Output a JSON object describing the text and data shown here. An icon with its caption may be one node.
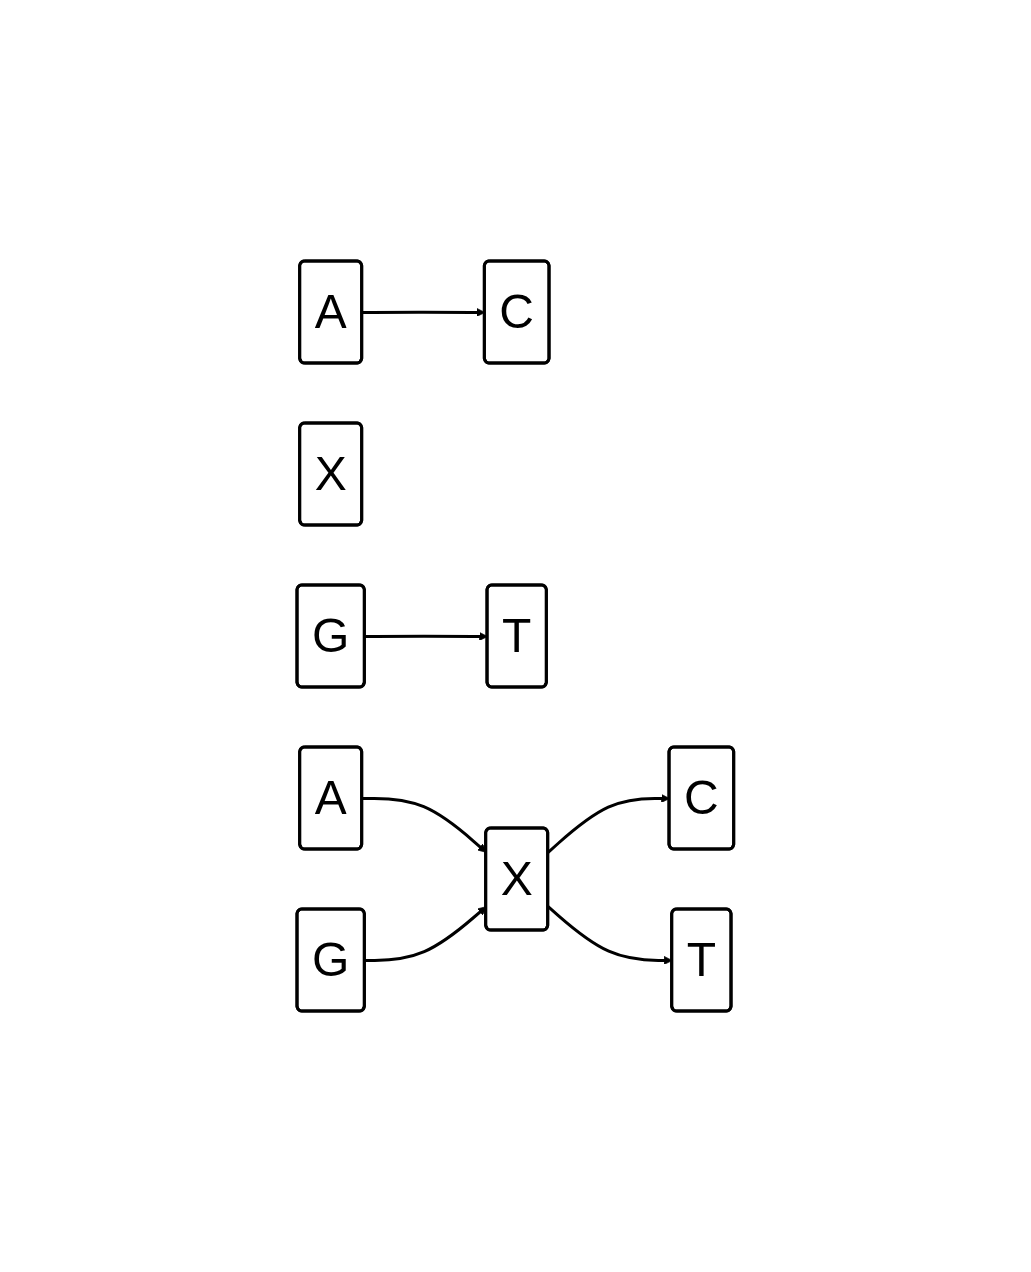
{
  "diagram": {
    "nodes": [
      {
        "text": [
          "A"
        ]
      },
      {
        "text": [
          "C"
        ]
      },
      {
        "text": [
          "X"
        ]
      },
      {
        "text": [
          "G"
        ]
      },
      {
        "text": [
          "T"
        ]
      },
      {
        "text": [
          "A"
        ]
      },
      {
        "text": [
          "C"
        ]
      },
      {
        "text": [
          "X"
        ]
      },
      {
        "text": [
          "G"
        ]
      },
      {
        "text": [
          "T"
        ]
      }
    ],
    "edges": [
      {
        "from": 0,
        "to": 1,
        "arrow": "to"
      },
      {
        "from": 3,
        "to": 4,
        "arrow": "to"
      },
      {
        "from": 5,
        "to": 7,
        "arrow": "to"
      },
      {
        "from": 8,
        "to": 7,
        "arrow": "to"
      },
      {
        "from": 7,
        "to": 6,
        "arrow": "to"
      },
      {
        "from": 7,
        "to": 9,
        "arrow": "to"
      }
    ]
  }
}
